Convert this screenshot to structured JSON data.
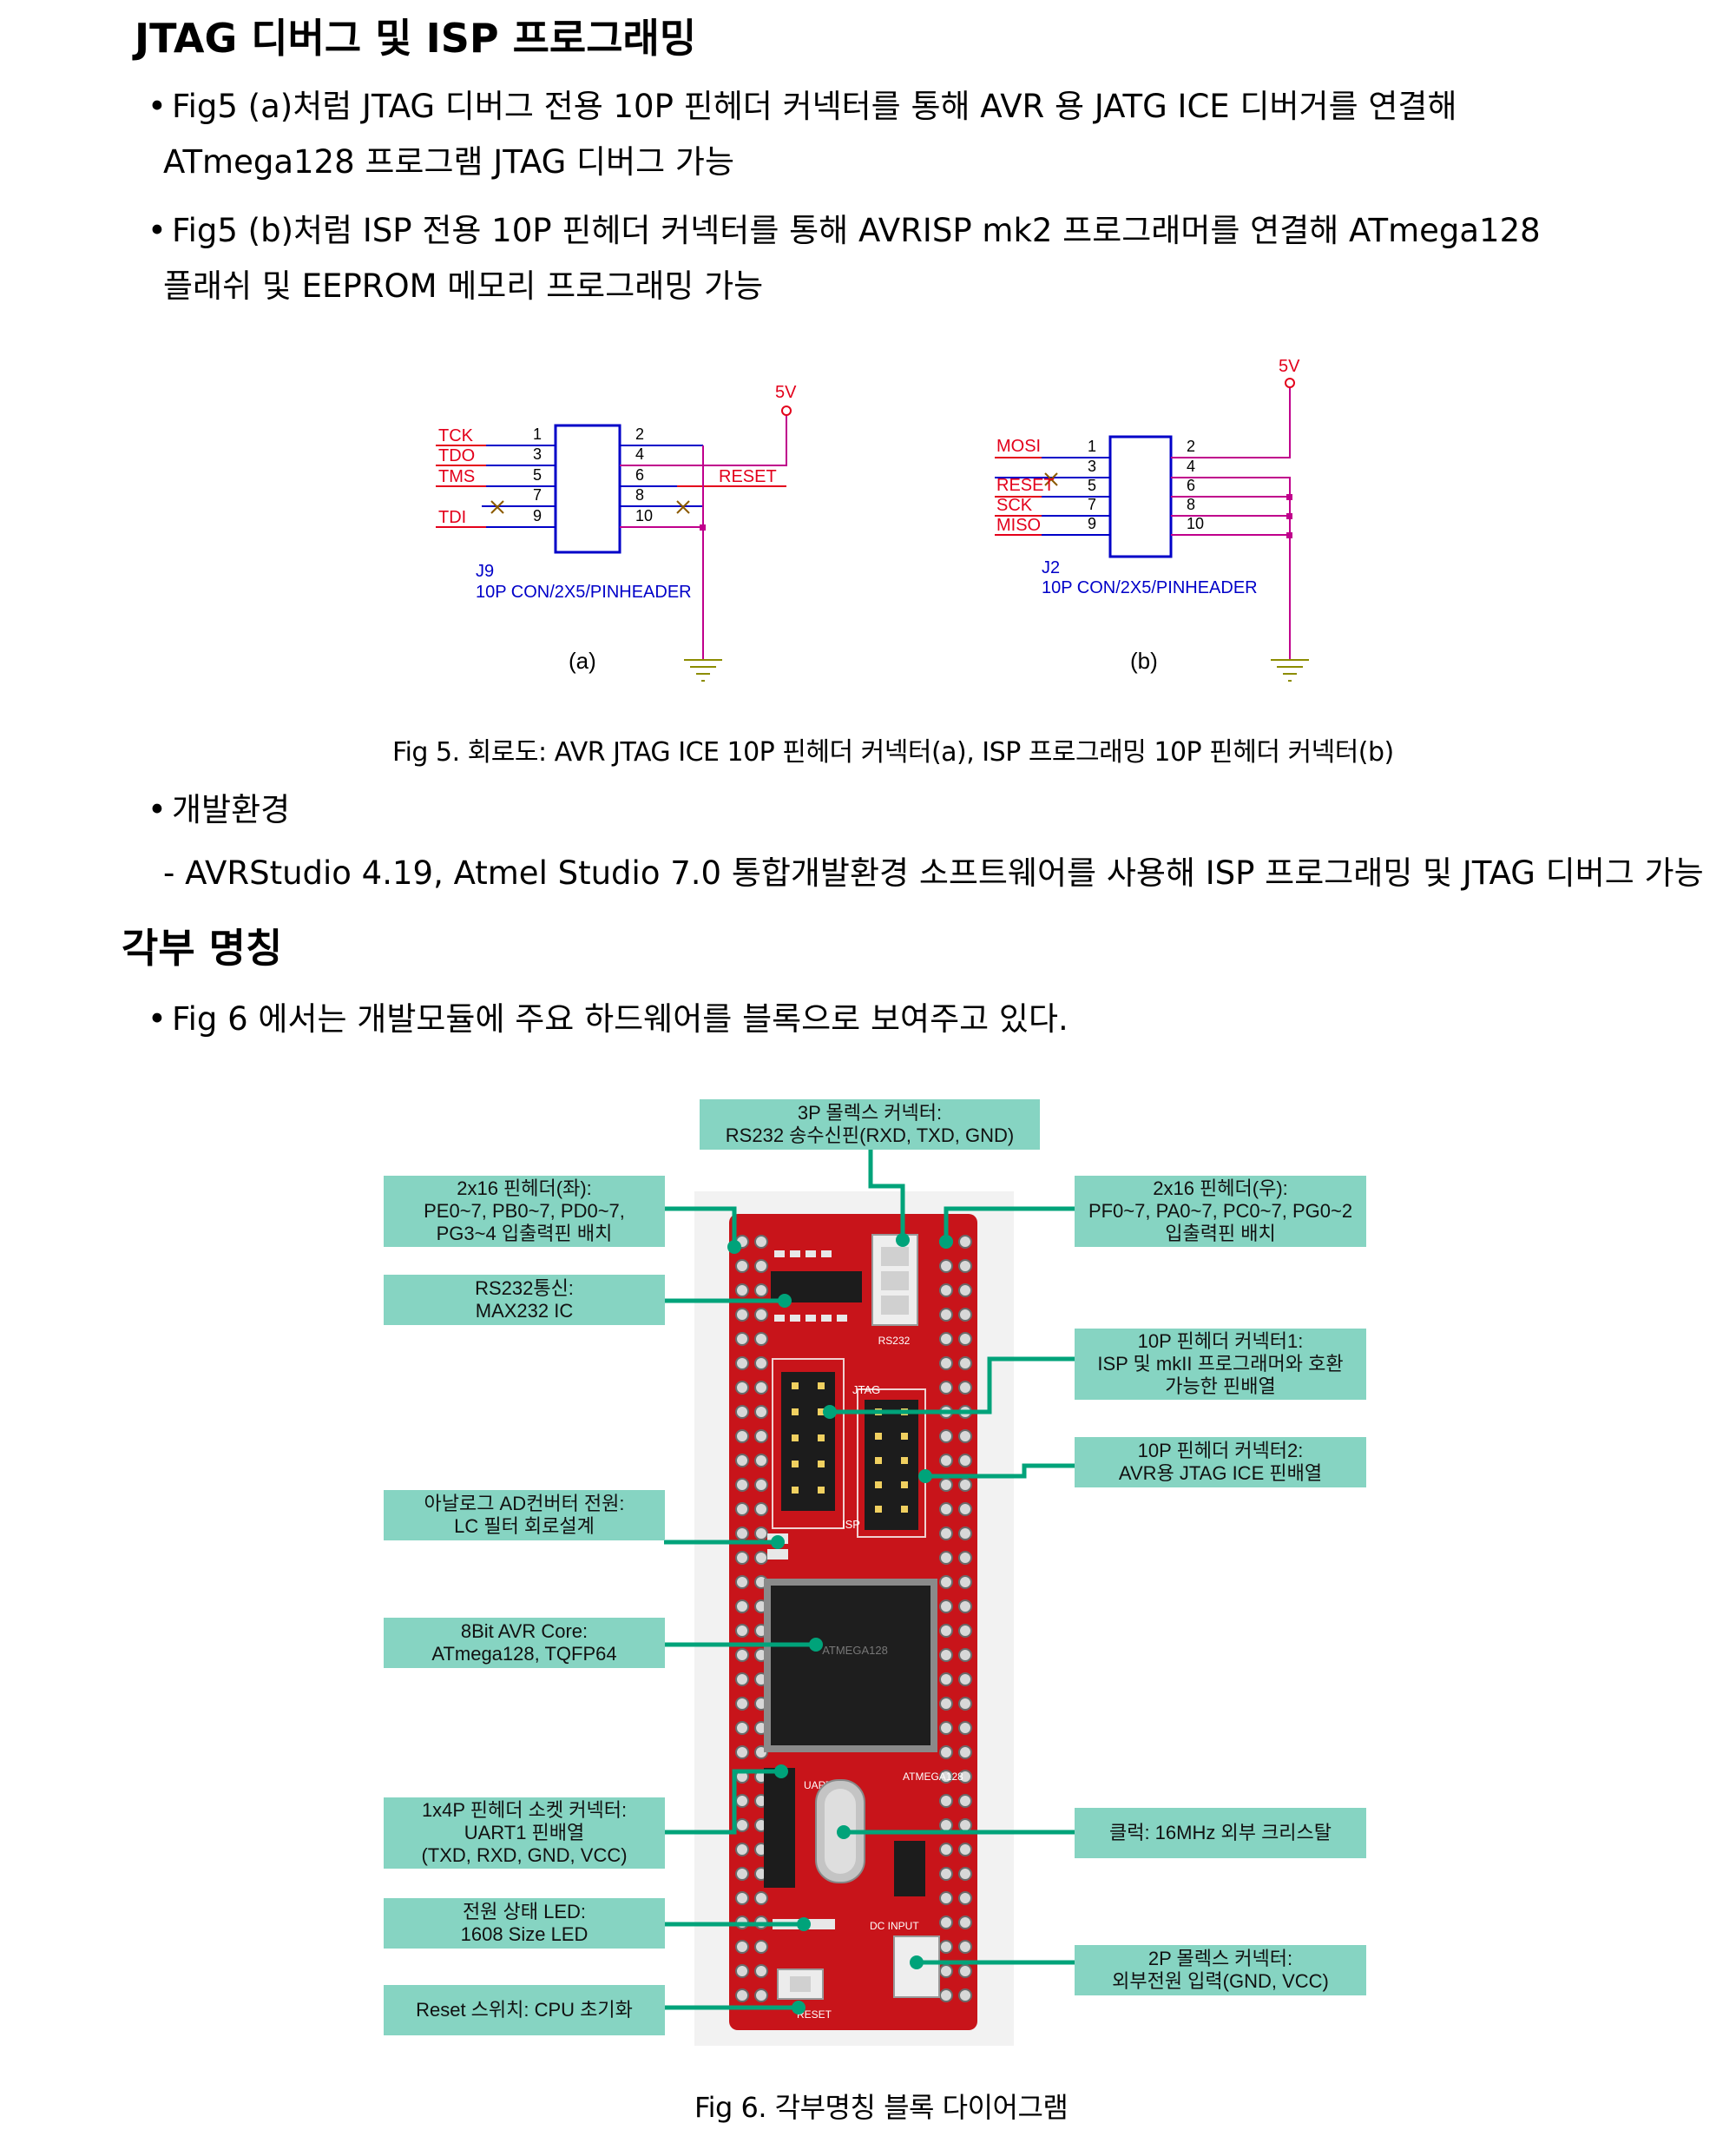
{
  "section1": {
    "title": "JTAG 디버그 및 ISP 프로그래밍",
    "bullet1_line1": "Fig5 (a)처럼 JTAG 디버그 전용 10P 핀헤더 커넥터를 통해 AVR 용 JATG ICE 디버거를 연결해",
    "bullet1_line2": "ATmega128 프로그램 JTAG 디버그 가능",
    "bullet2_line1": "Fig5 (b)처럼 ISP 전용 10P 핀헤더 커넥터를 통해 AVRISP mk2 프로그래머를 연결해 ATmega128",
    "bullet2_line2": "플래쉬 및 EEPROM 메모리 프로그래밍 가능"
  },
  "fig5": {
    "a": {
      "vcc": "5V",
      "signals": [
        "TCK",
        "TDO",
        "TMS",
        "TDI"
      ],
      "reset": "RESET",
      "pins_left": [
        "1",
        "3",
        "5",
        "7",
        "9"
      ],
      "pins_right": [
        "2",
        "4",
        "6",
        "8",
        "10"
      ],
      "ref": "J9",
      "part": "10P CON/2X5/PINHEADER",
      "label": "(a)"
    },
    "b": {
      "vcc": "5V",
      "signals": [
        "MOSI",
        "RESET",
        "SCK",
        "MISO"
      ],
      "pins_left": [
        "1",
        "3",
        "5",
        "7",
        "9"
      ],
      "pins_right": [
        "2",
        "4",
        "6",
        "8",
        "10"
      ],
      "ref": "J2",
      "part": "10P CON/2X5/PINHEADER",
      "label": "(b)"
    },
    "caption": "Fig 5. 회로도: AVR JTAG ICE 10P 핀헤더 커넥터(a), ISP 프로그래밍 10P 핀헤더 커넥터(b)"
  },
  "env": {
    "bullet": "개발환경",
    "detail": "- AVRStudio 4.19, Atmel Studio 7.0 통합개발환경 소프트웨어를 사용해 ISP 프로그래밍 및 JTAG 디버그 가능"
  },
  "section2": {
    "title": "각부 명칭",
    "bullet": "Fig 6 에서는 개발모듈에 주요 하드웨어를 블록으로 보여주고 있다."
  },
  "fig6": {
    "callouts": {
      "molex3p": [
        "3P 몰렉스 커넥터:",
        "RS232 송수신핀(RXD, TXD, GND)"
      ],
      "header_left": [
        "2x16 핀헤더(좌):",
        "PE0~7, PB0~7, PD0~7,",
        "PG3~4 입출력핀 배치"
      ],
      "header_right": [
        "2x16 핀헤더(우):",
        "PF0~7, PA0~7, PC0~7, PG0~2",
        "입출력핀 배치"
      ],
      "rs232": [
        "RS232통신:",
        "MAX232 IC"
      ],
      "isp": [
        "10P 핀헤더 커넥터1:",
        "ISP 및 mkII 프로그래머와 호환",
        "가능한 핀배열"
      ],
      "jtag": [
        "10P 핀헤더 커넥터2:",
        "AVR용 JTAG ICE 핀배열"
      ],
      "adc": [
        "아날로그 AD컨버터 전원:",
        "LC 필터 회로설계"
      ],
      "core": [
        "8Bit AVR Core:",
        "ATmega128, TQFP64"
      ],
      "uart": [
        "1x4P 핀헤더 소켓 커넥터:",
        "UART1 핀배열",
        "(TXD, RXD, GND, VCC)"
      ],
      "clock": [
        "클럭: 16MHz 외부 크리스탈"
      ],
      "led": [
        "전원 상태 LED:",
        "1608 Size LED"
      ],
      "molex2p": [
        "2P 몰렉스 커넥터:",
        "외부전원 입력(GND, VCC)"
      ],
      "reset": [
        "Reset 스위치: CPU 초기화"
      ]
    },
    "board_labels": {
      "jtag": "JTAG",
      "isp": "ISP",
      "rs232": "RS232",
      "mcu": "ATMEGA128",
      "uart": "UART1",
      "dc": "DC INPUT",
      "reset": "RESET",
      "chip": "ATMEGA128"
    },
    "caption": "Fig 6. 각부명칭 블록 다이어그램"
  },
  "colors": {
    "schematic_red": "#e3001b",
    "schematic_blue": "#0000c8",
    "schematic_magenta": "#c0008c",
    "schematic_ground": "#8c8c00",
    "callout": "#86d4c2",
    "leader": "#00a37a",
    "board": "#c8141a"
  }
}
